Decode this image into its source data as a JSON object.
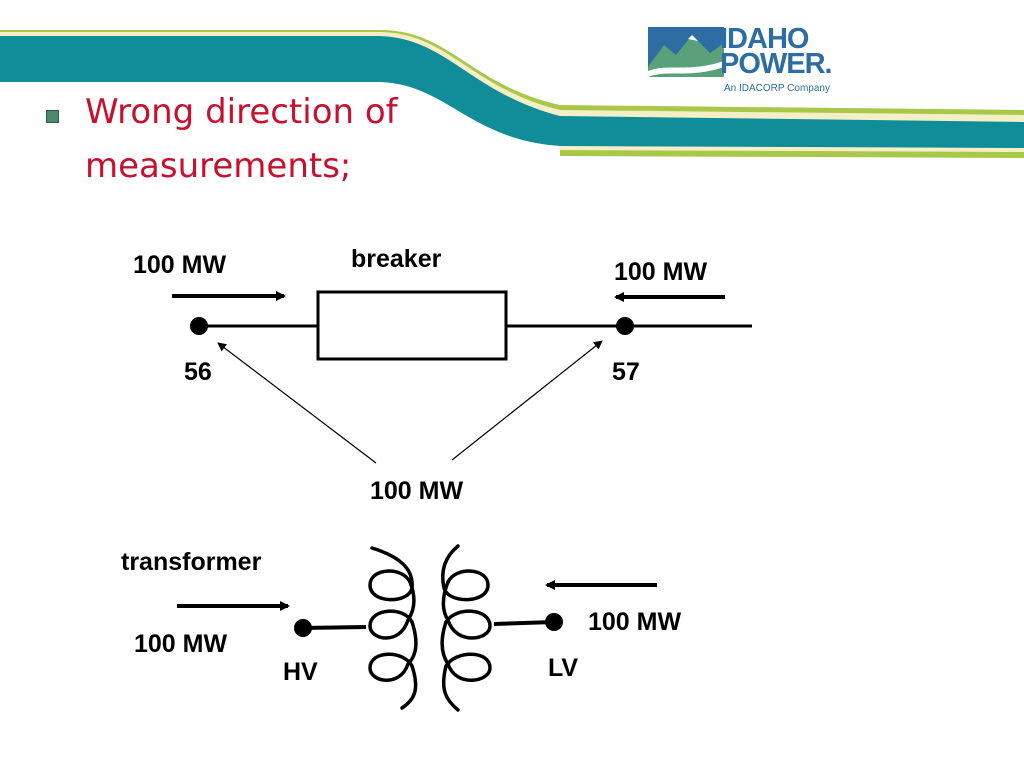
{
  "header": {
    "bullet_text": "Wrong direction of measurements;",
    "colors": {
      "teal": "#118d99",
      "lime": "#a9c84a",
      "cream": "#f5efc8",
      "title_red": "#c8102e",
      "logo_blue": "#2e6da4",
      "logo_green": "#5aa07a"
    }
  },
  "logo": {
    "line1": "IDAHO",
    "line2": "POWER.",
    "tagline": "An IDACORP Company"
  },
  "breaker_diagram": {
    "breaker_label": "breaker",
    "left_flow": "100 MW",
    "right_flow": "100 MW",
    "bottom_flow": "100 MW",
    "node_left": "56",
    "node_right": "57"
  },
  "transformer_diagram": {
    "title": "transformer",
    "left_flow": "100 MW",
    "right_flow": "100 MW",
    "hv_label": "HV",
    "lv_label": "LV"
  }
}
